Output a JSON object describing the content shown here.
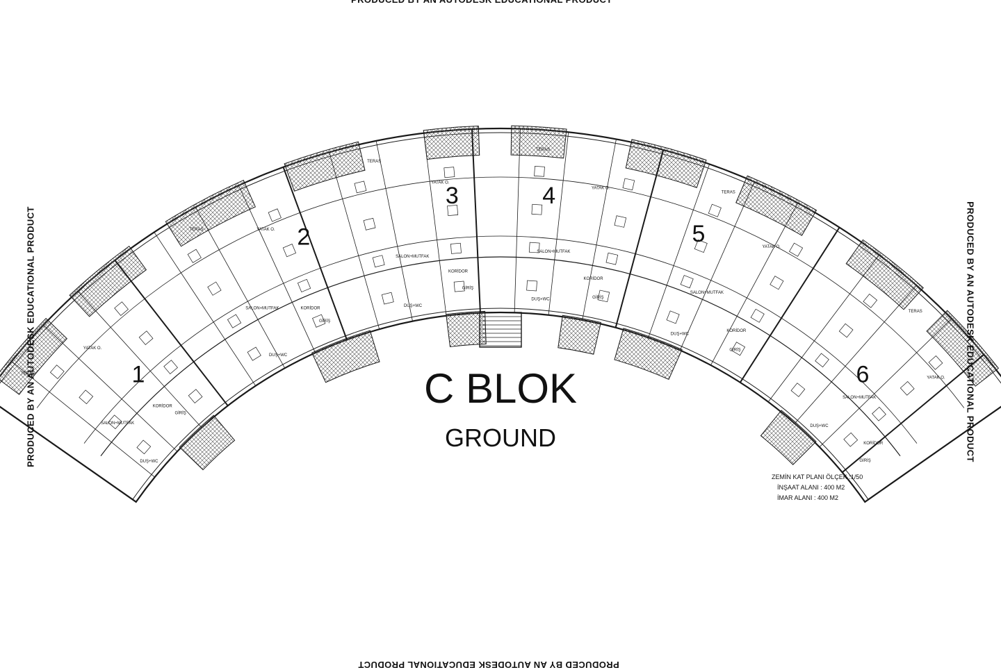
{
  "watermark": "PRODUCED BY AN AUTODESK EDUCATIONAL PRODUCT",
  "title": "C BLOK",
  "subtitle": "GROUND",
  "notes": {
    "scale": "ZEMİN  KAT PLANI ÖLÇEK :1/50",
    "construction_area": "İNŞAAT ALANI : 400 M2",
    "zoning_area": "İMAR ALANI : 400 M2"
  },
  "units": [
    {
      "number": "1"
    },
    {
      "number": "2"
    },
    {
      "number": "3"
    },
    {
      "number": "4"
    },
    {
      "number": "5"
    },
    {
      "number": "6"
    }
  ],
  "room_labels": {
    "salon": "SALON+MUTFAK",
    "bedroom": "YATAK O.",
    "corridor": "KORİDOR",
    "entrance": "GİRİŞ",
    "terrace": "TERAS",
    "wc": "DUŞ+WC"
  },
  "colors": {
    "line": "#1a1a1a",
    "hatch": "#555555",
    "background": "#ffffff"
  }
}
